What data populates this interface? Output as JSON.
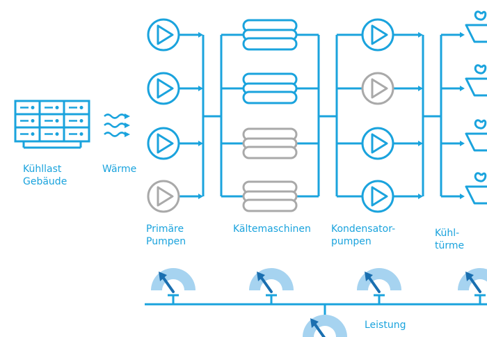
{
  "colors": {
    "active": "#1aa3dd",
    "inactive": "#a9a9a9",
    "gauge_fill": "#a6d3f0",
    "gauge_needle": "#1a6fb0",
    "background": "#ffffff"
  },
  "labels": {
    "building_load_line1": "Kühllast",
    "building_load_line2": "Gebäude",
    "heat": "Wärme",
    "primary_pumps_line1": "Primäre",
    "primary_pumps_line2": "Pumpen",
    "chillers": "Kältemaschinen",
    "condenser_pumps_line1": "Kondensator-",
    "condenser_pumps_line2": "pumpen",
    "cooling_towers_line1": "Kühl-",
    "cooling_towers_line2": "türme",
    "power": "Leistung"
  },
  "stages": [
    {
      "name": "primary-pumps",
      "units": [
        {
          "state": "active"
        },
        {
          "state": "active"
        },
        {
          "state": "active"
        },
        {
          "state": "inactive"
        }
      ]
    },
    {
      "name": "chillers",
      "units": [
        {
          "state": "active"
        },
        {
          "state": "active"
        },
        {
          "state": "inactive"
        },
        {
          "state": "inactive"
        }
      ]
    },
    {
      "name": "condenser-pumps",
      "units": [
        {
          "state": "active"
        },
        {
          "state": "inactive"
        },
        {
          "state": "active"
        },
        {
          "state": "active"
        }
      ]
    },
    {
      "name": "cooling-towers",
      "units": [
        {
          "state": "active"
        },
        {
          "state": "active"
        },
        {
          "state": "active"
        },
        {
          "state": "active"
        }
      ]
    }
  ],
  "gauges": [
    {
      "name": "primary-pumps-power-gauge"
    },
    {
      "name": "chillers-power-gauge"
    },
    {
      "name": "condenser-pumps-power-gauge"
    },
    {
      "name": "cooling-towers-power-gauge"
    },
    {
      "name": "total-power-gauge"
    }
  ]
}
